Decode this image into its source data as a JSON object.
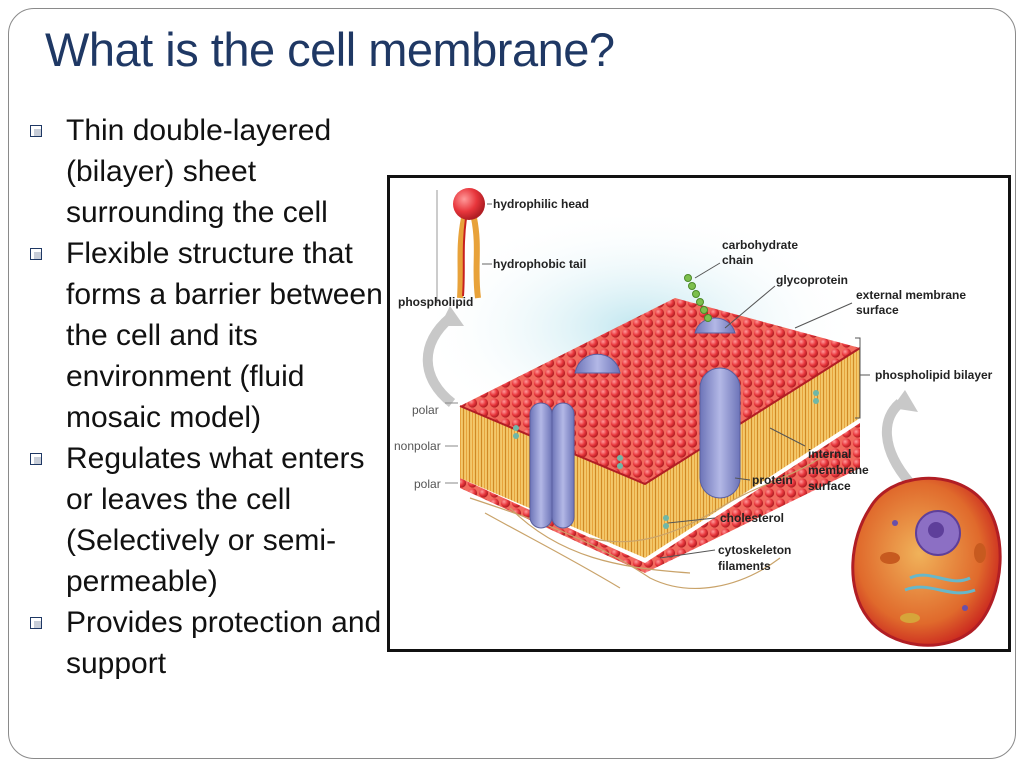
{
  "slide": {
    "title": "What is the cell membrane?",
    "bullets": [
      "Thin double-layered (bilayer) sheet surrounding the cell",
      "Flexible structure that forms a barrier between the cell and its environment (fluid mosaic model)",
      "Regulates what enters or leaves the cell (Selectively or semi-permeable)",
      "Provides protection and support"
    ]
  },
  "diagram": {
    "labels": {
      "hydrophilic_head": "hydrophilic head",
      "hydrophobic_tail": "hydrophobic tail",
      "phospholipid": "phospholipid",
      "carbohydrate_chain_1": "carbohydrate",
      "carbohydrate_chain_2": "chain",
      "glycoprotein": "glycoprotein",
      "external_1": "external membrane",
      "external_2": "surface",
      "phospholipid_bilayer": "phospholipid bilayer",
      "polar_top": "polar",
      "nonpolar": "nonpolar",
      "polar_bottom": "polar",
      "internal_1": "internal",
      "internal_2": "membrane",
      "internal_3": "surface",
      "protein": "protein",
      "cholesterol": "cholesterol",
      "cytoskeleton_1": "cytoskeleton",
      "cytoskeleton_2": "filaments"
    },
    "colors": {
      "head": "#e8363c",
      "tail": "#e8a23a",
      "protein": "#8e95cf",
      "title": "#1f3864"
    }
  }
}
